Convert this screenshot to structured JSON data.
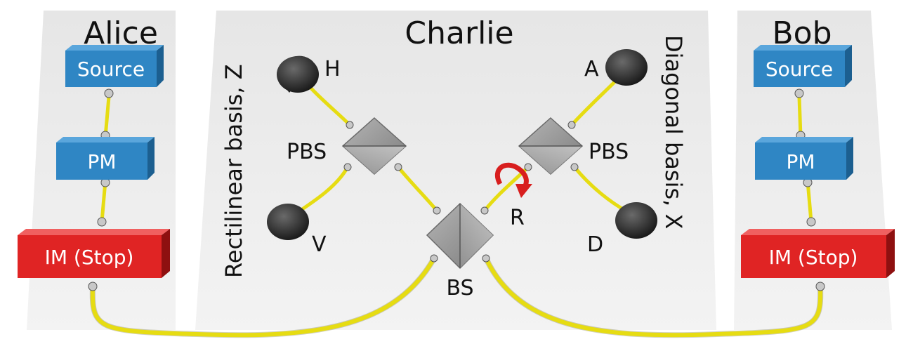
{
  "parties": {
    "alice": {
      "title": "Alice"
    },
    "charlie": {
      "title": "Charlie"
    },
    "bob": {
      "title": "Bob"
    }
  },
  "alice_modules": {
    "source": "Source",
    "pm": "PM",
    "im": "IM (Stop)"
  },
  "bob_modules": {
    "source": "Source",
    "pm": "PM",
    "im": "IM (Stop)"
  },
  "charlie_labels": {
    "rectilinear_basis": "Rectilinear basis, Z",
    "diagonal_basis": "Diagonal basis, X",
    "pbs_left": "PBS",
    "pbs_right": "PBS",
    "bs": "BS",
    "rotator": "R",
    "det_h": "H",
    "det_v": "V",
    "det_a": "A",
    "det_d": "D"
  },
  "colors": {
    "panel": "#ececec",
    "module_blue": "#2f86c4",
    "module_red": "#e02424",
    "fiber": "#e6dc12",
    "optic_gray": "#9a9a9a",
    "detector": "#2a2a2a",
    "rotator_arrow": "#d81e1e"
  }
}
